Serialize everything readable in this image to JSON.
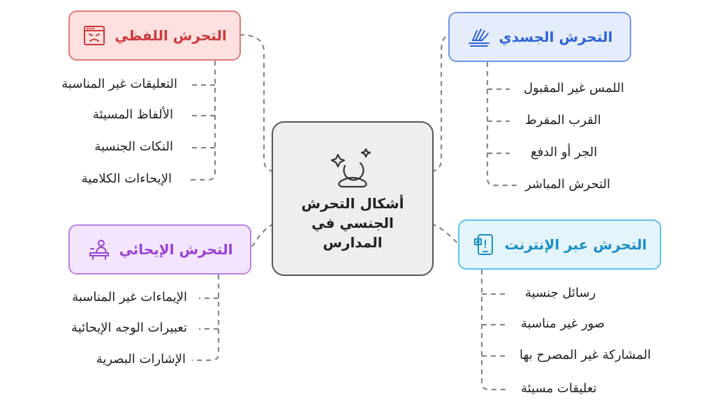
{
  "center": {
    "title": "أشكال التحرش الجنسي في المدارس",
    "icon": "meditation-sparkle-icon"
  },
  "colors": {
    "verbal": "#e07b7b",
    "physical": "#6e95e8",
    "suggestive": "#b980e8",
    "online": "#5ec1e6",
    "link": "#888888"
  },
  "topics": {
    "verbal": {
      "label": "التحرش اللفظي",
      "icon": "angry-face-window-icon",
      "items": [
        "التعليقات غير المناسبة",
        "الألفاظ المسيئة",
        "النكات الجنسية",
        "الإيحاءات الكلامية"
      ]
    },
    "physical": {
      "label": "التحرش الجسدي",
      "icon": "hand-touch-icon",
      "items": [
        "اللمس غير المقبول",
        "القرب المفرط",
        "الجر أو الدفع",
        "التحرش المباشر"
      ]
    },
    "suggestive": {
      "label": "التحرش الإيحائي",
      "icon": "person-desk-icon",
      "items": [
        "الإيماءات غير المناسبة",
        "تعبيرات الوجه الإيحائية",
        "الإشارات البصرية"
      ]
    },
    "online": {
      "label": "التحرش عبر الإنترنت",
      "icon": "phone-alert-icon",
      "items": [
        "رسائل جنسية",
        "صور غير مناسبة",
        "المشاركة غير المصرح بها",
        "تعليقات مسيئة"
      ]
    }
  }
}
